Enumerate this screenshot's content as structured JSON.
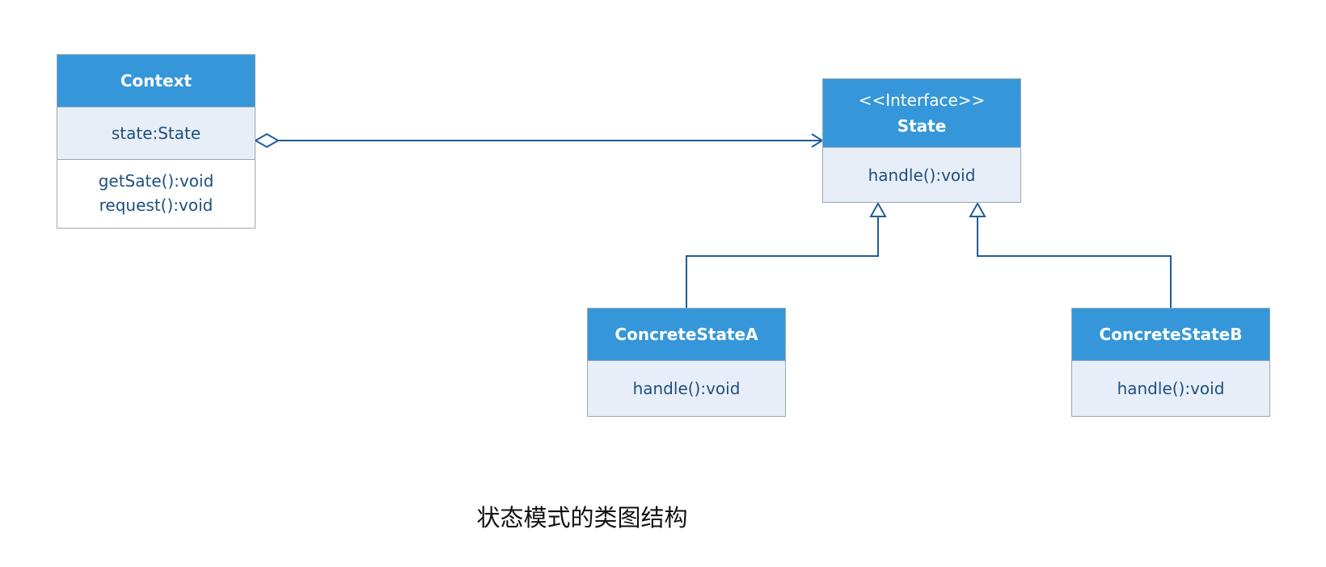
{
  "classes": {
    "context": {
      "name": "Context",
      "attributes": [
        "state:State"
      ],
      "operations": [
        "getSate():void",
        "request():void"
      ]
    },
    "state": {
      "stereotype": "<<Interface>>",
      "name": "State",
      "operations": [
        "handle():void"
      ]
    },
    "concrete_a": {
      "name": "ConcreteStateA",
      "operations": [
        "handle():void"
      ]
    },
    "concrete_b": {
      "name": "ConcreteStateB",
      "operations": [
        "handle():void"
      ]
    }
  },
  "relationships": [
    {
      "type": "aggregation",
      "from": "Context",
      "to": "State"
    },
    {
      "type": "realization",
      "from": "ConcreteStateA",
      "to": "State"
    },
    {
      "type": "realization",
      "from": "ConcreteStateB",
      "to": "State"
    }
  ],
  "caption": "状态模式的类图结构",
  "colors": {
    "header": "#3597d9",
    "header_text": "#ffffff",
    "body": "#e8eef7",
    "text": "#1d4f7f",
    "border": "#9aa7b5",
    "line": "#1f5c99"
  }
}
